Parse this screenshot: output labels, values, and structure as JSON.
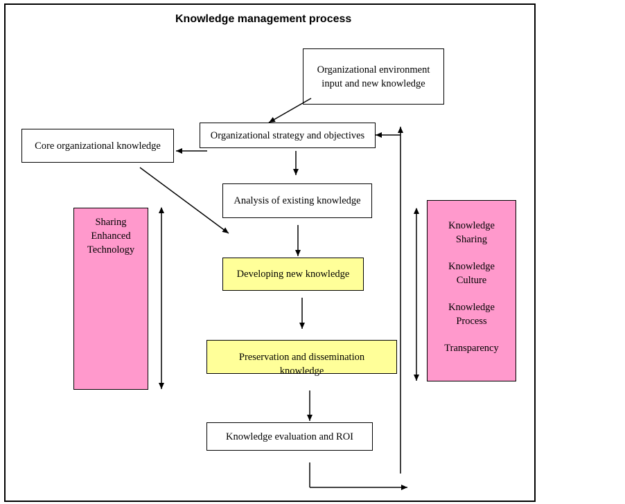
{
  "title": "Knowledge management process",
  "boxes": {
    "environment": "Organizational environment\ninput and new knowledge",
    "strategy": "Organizational strategy and objectives",
    "core": "Core organizational knowledge",
    "analysis": "Analysis of existing knowledge",
    "developing": "Developing new knowledge",
    "preservation": "Preservation and dissemination\nknowledge",
    "evaluation": "Knowledge evaluation and ROI",
    "left_panel": "Sharing\nEnhanced\nTechnology",
    "right_panel": [
      "Knowledge\nSharing",
      "Knowledge\nCulture",
      "Knowledge\nProcess",
      "Transparency"
    ]
  },
  "colors": {
    "yellow_fill": "#ffff99",
    "pink_fill": "#ff99cc",
    "line": "#000000"
  }
}
